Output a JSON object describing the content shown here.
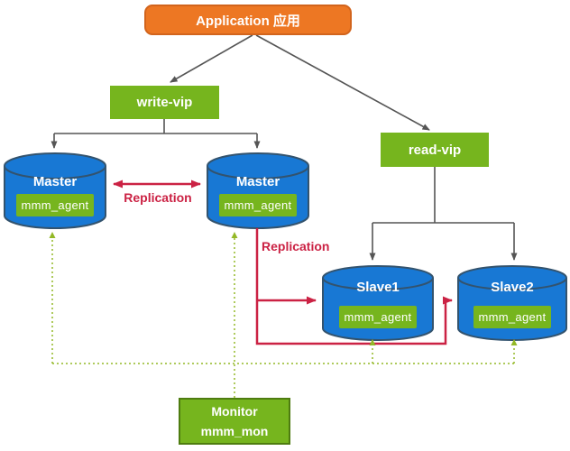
{
  "nodes": {
    "application": {
      "label": "Application 应用"
    },
    "write_vip": {
      "label": "write-vip"
    },
    "read_vip": {
      "label": "read-vip"
    },
    "master1": {
      "title": "Master",
      "agent": "mmm_agent"
    },
    "master2": {
      "title": "Master",
      "agent": "mmm_agent"
    },
    "slave1": {
      "title": "Slave1",
      "agent": "mmm_agent"
    },
    "slave2": {
      "title": "Slave2",
      "agent": "mmm_agent"
    },
    "monitor": {
      "title": "Monitor",
      "subtitle": "mmm_mon"
    }
  },
  "labels": {
    "replication_masters": "Replication",
    "replication_master_slaves": "Replication"
  },
  "colors": {
    "application_fill": "#ed7723",
    "application_border": "#d2641c",
    "vip_fill": "#76b51e",
    "database_fill": "#1878d4",
    "database_border": "#33536e",
    "agent_fill": "#76b51e",
    "monitor_fill": "#76b51e",
    "monitor_border": "#4e7c10",
    "replication_line": "#cb2244",
    "connector_line": "#555555",
    "monitor_dotted_line": "#93b826",
    "background": "#ffffff"
  }
}
